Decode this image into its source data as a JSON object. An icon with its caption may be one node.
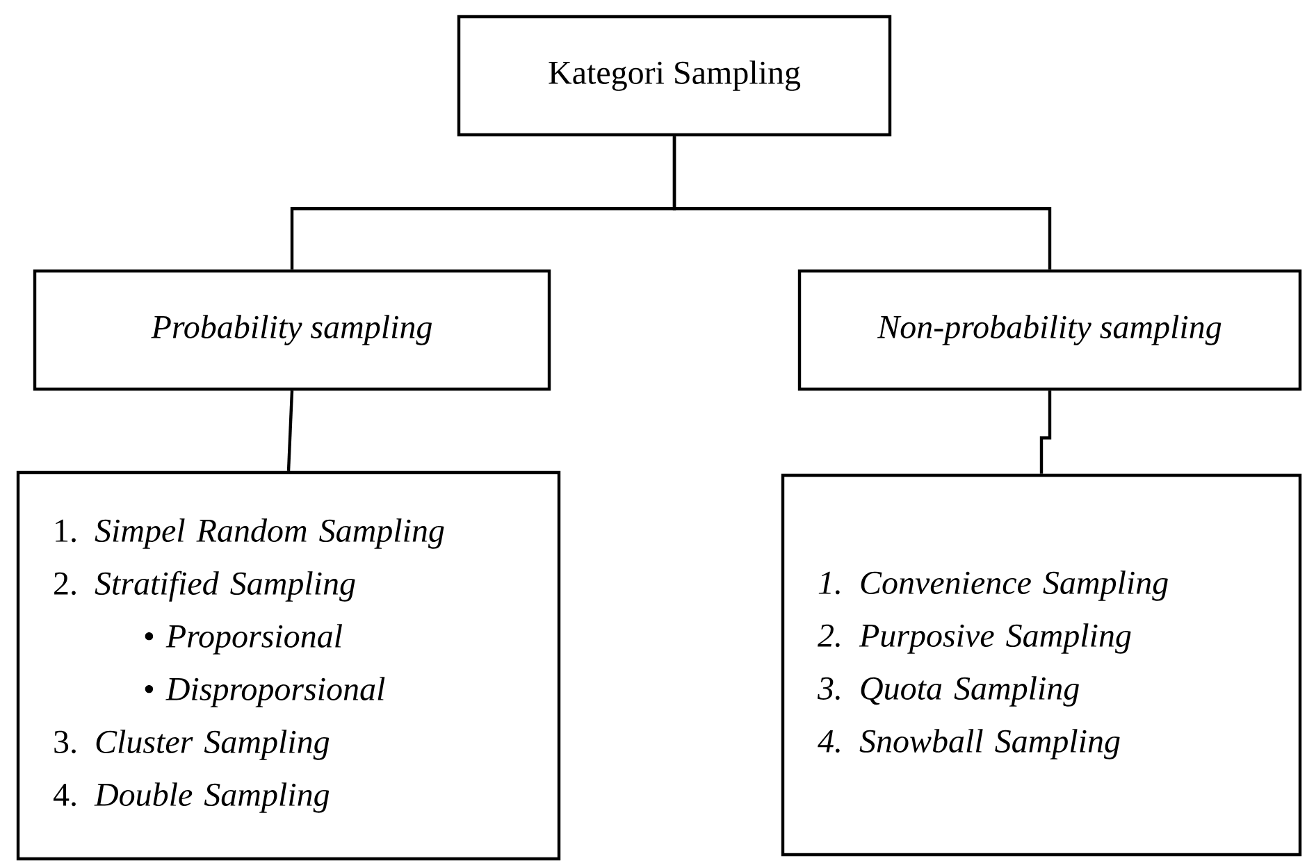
{
  "diagram": {
    "nodes": [
      {
        "text": [
          "Kategori Sampling"
        ]
      },
      {
        "text": [
          "Probability sampling"
        ]
      },
      {
        "text": [
          "Non-probability sampling"
        ]
      },
      {
        "text": [
          "1. *Simpel Random Sampling*",
          "2. *Stratified Sampling*",
          "• *Proporsional*",
          "• *Disproporsional*",
          "3. *Cluster Sampling*",
          "4. *Double Sampling*"
        ]
      },
      {
        "text": [
          "1. Convenience Sampling",
          "2. Purposive Sampling",
          "3. Quota Sampling",
          "4. Snowball Sampling"
        ]
      }
    ],
    "edges": [
      {
        "from": 0,
        "to": 1,
        "arrow": "none"
      },
      {
        "from": 0,
        "to": 2,
        "arrow": "none"
      },
      {
        "from": 1,
        "to": 3,
        "arrow": "none"
      },
      {
        "from": 2,
        "to": 4,
        "arrow": "none"
      }
    ]
  }
}
